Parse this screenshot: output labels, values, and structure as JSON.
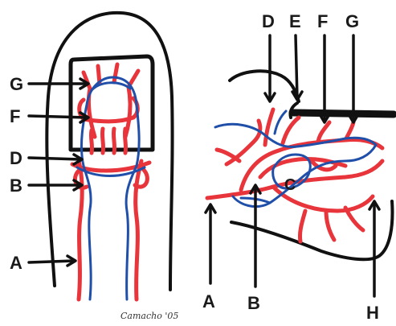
{
  "colors": {
    "artery": "#e8343b",
    "vein": "#1f4fa8",
    "outline": "#111111",
    "background": "#ffffff"
  },
  "left_view": {
    "labels": [
      "G",
      "F",
      "D",
      "B",
      "A"
    ]
  },
  "right_view": {
    "labels_top": [
      "D",
      "E",
      "F",
      "G"
    ],
    "labels_bottom": [
      "A",
      "B",
      "H"
    ],
    "inner_label": "C"
  },
  "signature": "Camacho '05"
}
